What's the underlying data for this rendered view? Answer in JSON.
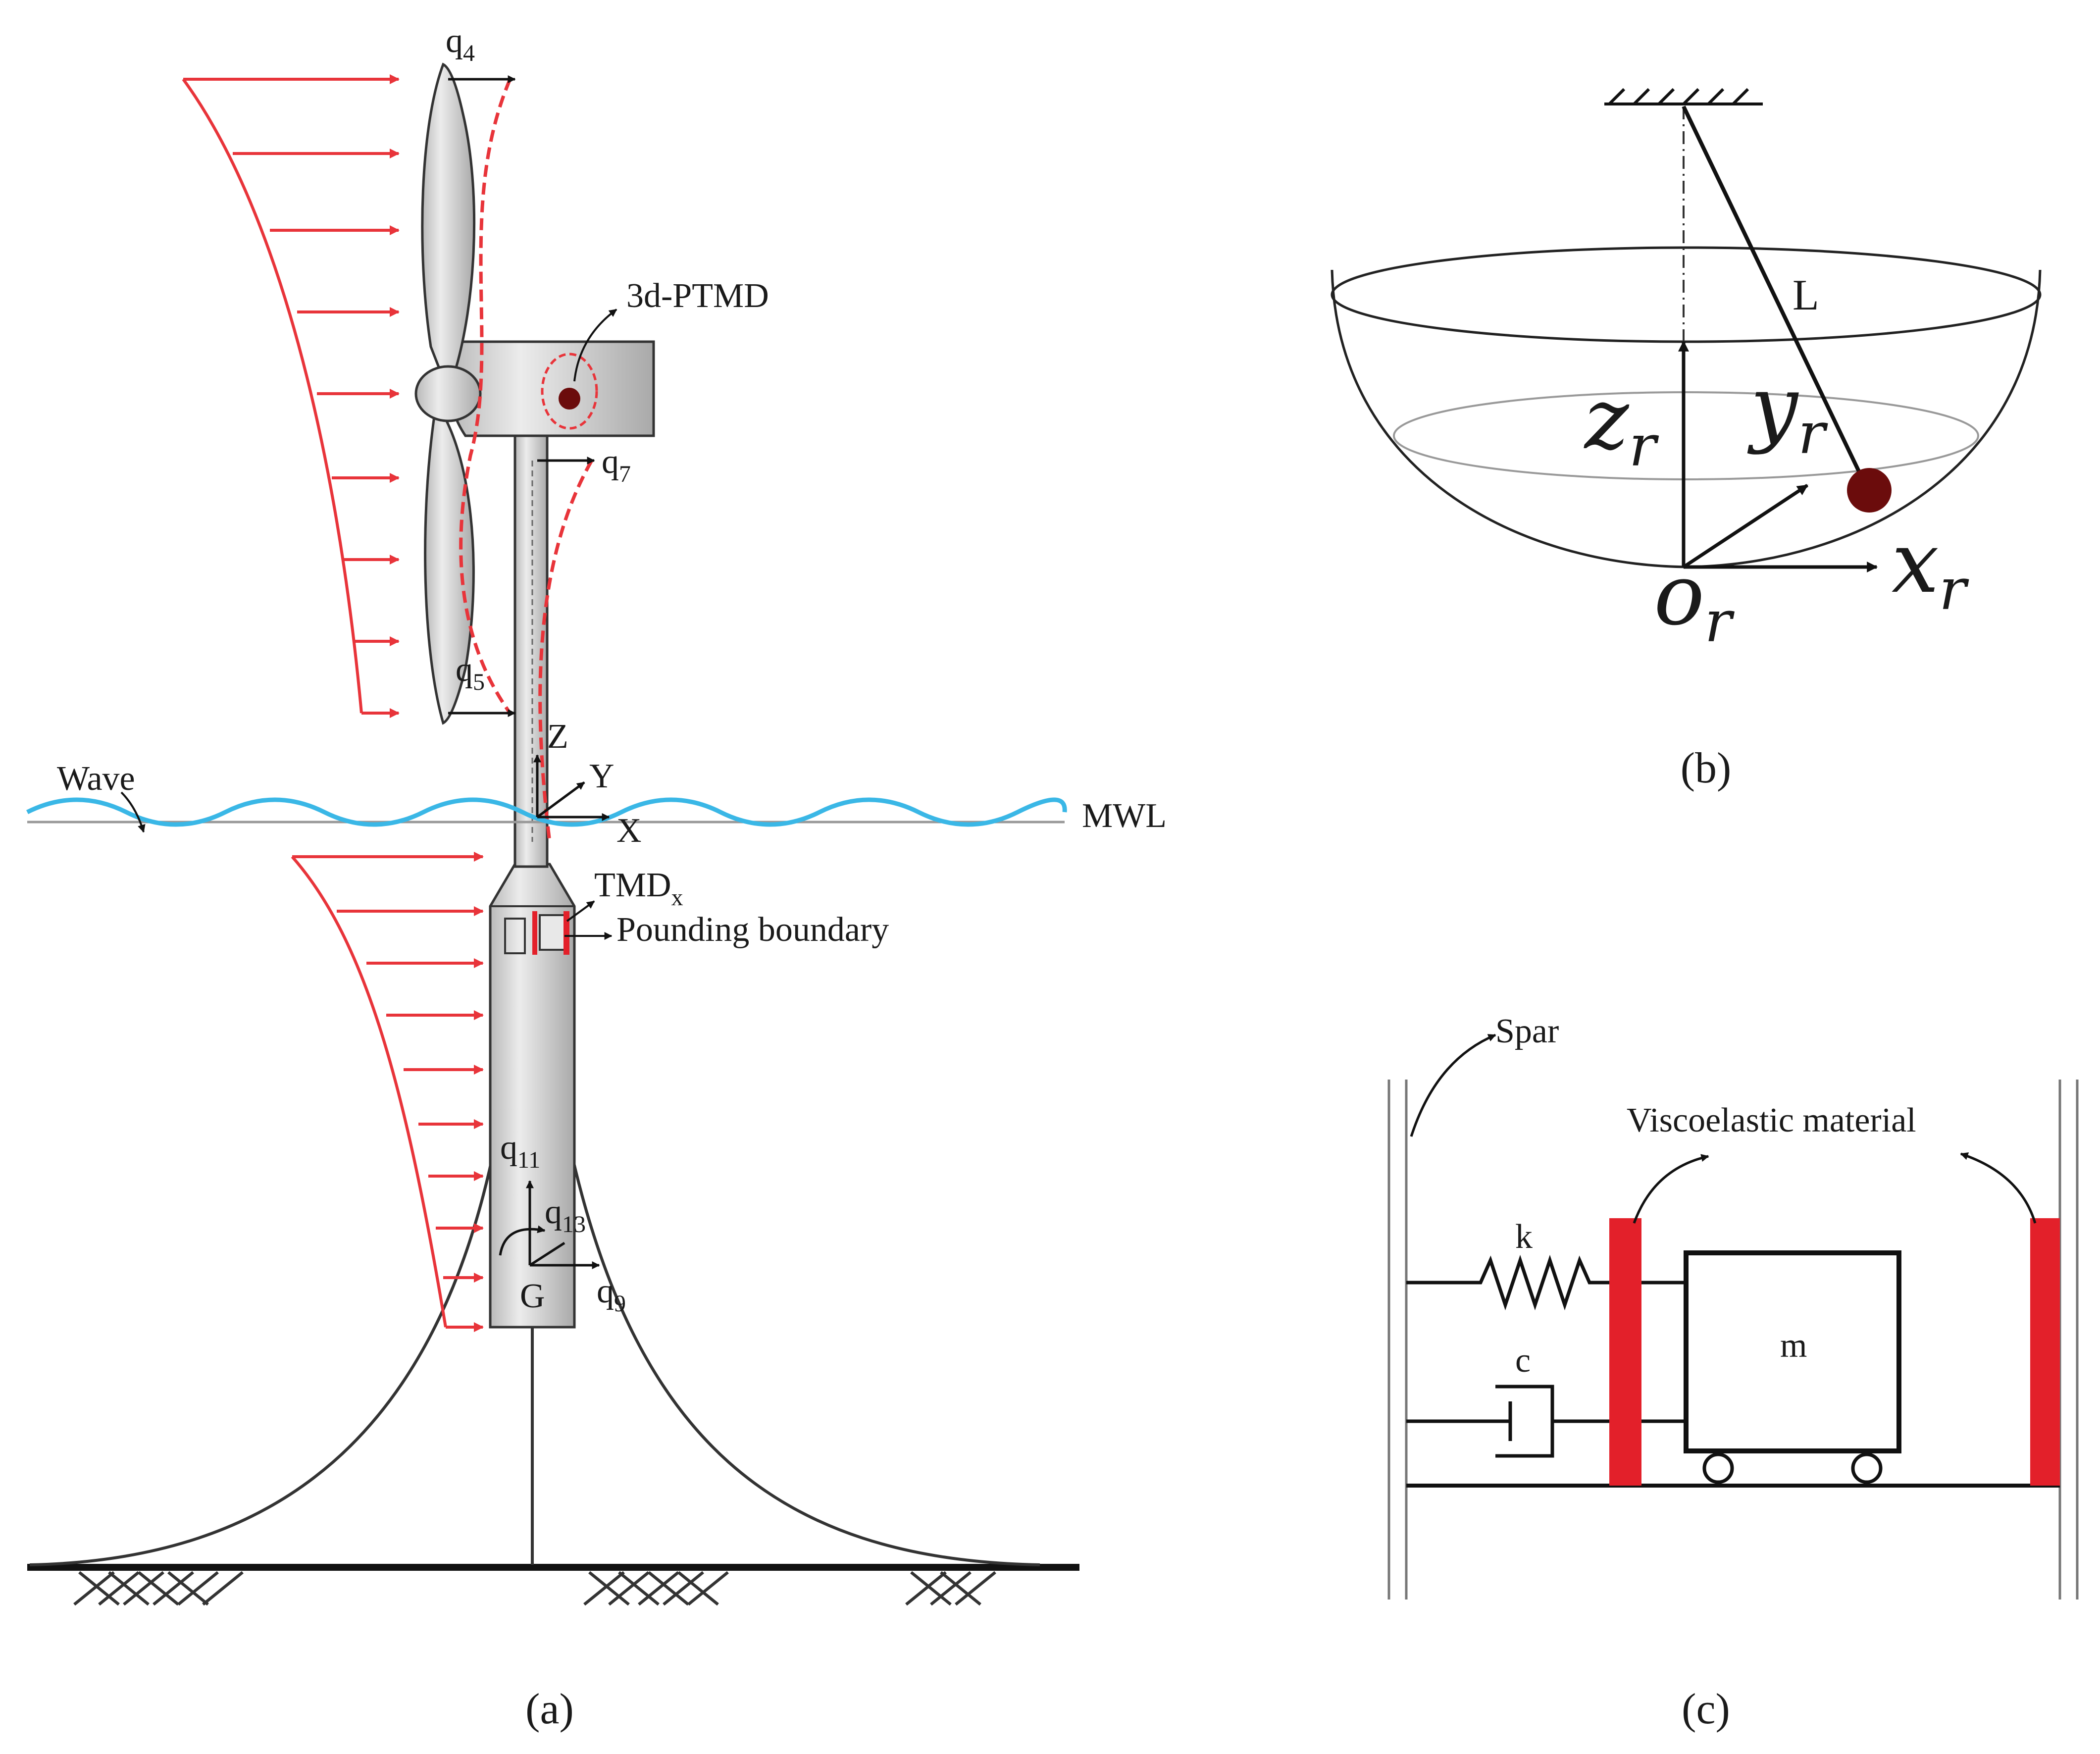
{
  "panel_a": {
    "caption": "(a)",
    "labels": {
      "q4": "q",
      "q4_sub": "4",
      "ptmd": "3d-PTMD",
      "q7": "q",
      "q7_sub": "7",
      "q5": "q",
      "q5_sub": "5",
      "Z": "Z",
      "Y": "Y",
      "X": "X",
      "wave": "Wave",
      "mwl": "MWL",
      "tmd": "TMD",
      "tmd_sub": "x",
      "pounding": "Pounding boundary",
      "q11": "q",
      "q11_sub": "11",
      "q13": "q",
      "q13_sub": "13",
      "G": "G",
      "q9": "q",
      "q9_sub": "9"
    }
  },
  "panel_b": {
    "caption": "(b)",
    "labels": {
      "L": "L",
      "zr": "z",
      "zr_sub": "r",
      "yr": "y",
      "yr_sub": "r",
      "xr": "x",
      "xr_sub": "r",
      "or": "o",
      "or_sub": "r"
    }
  },
  "panel_c": {
    "caption": "(c)",
    "labels": {
      "spar": "Spar",
      "visco": "Viscoelastic material",
      "k": "k",
      "c": "c",
      "m": "m"
    }
  },
  "colors": {
    "load_arrows": "#e8343a",
    "wave": "#3ab7e6",
    "mass_ball": "#6b0c0c",
    "visco_pad": "#e3202a",
    "structure": "#bfbfbf"
  }
}
